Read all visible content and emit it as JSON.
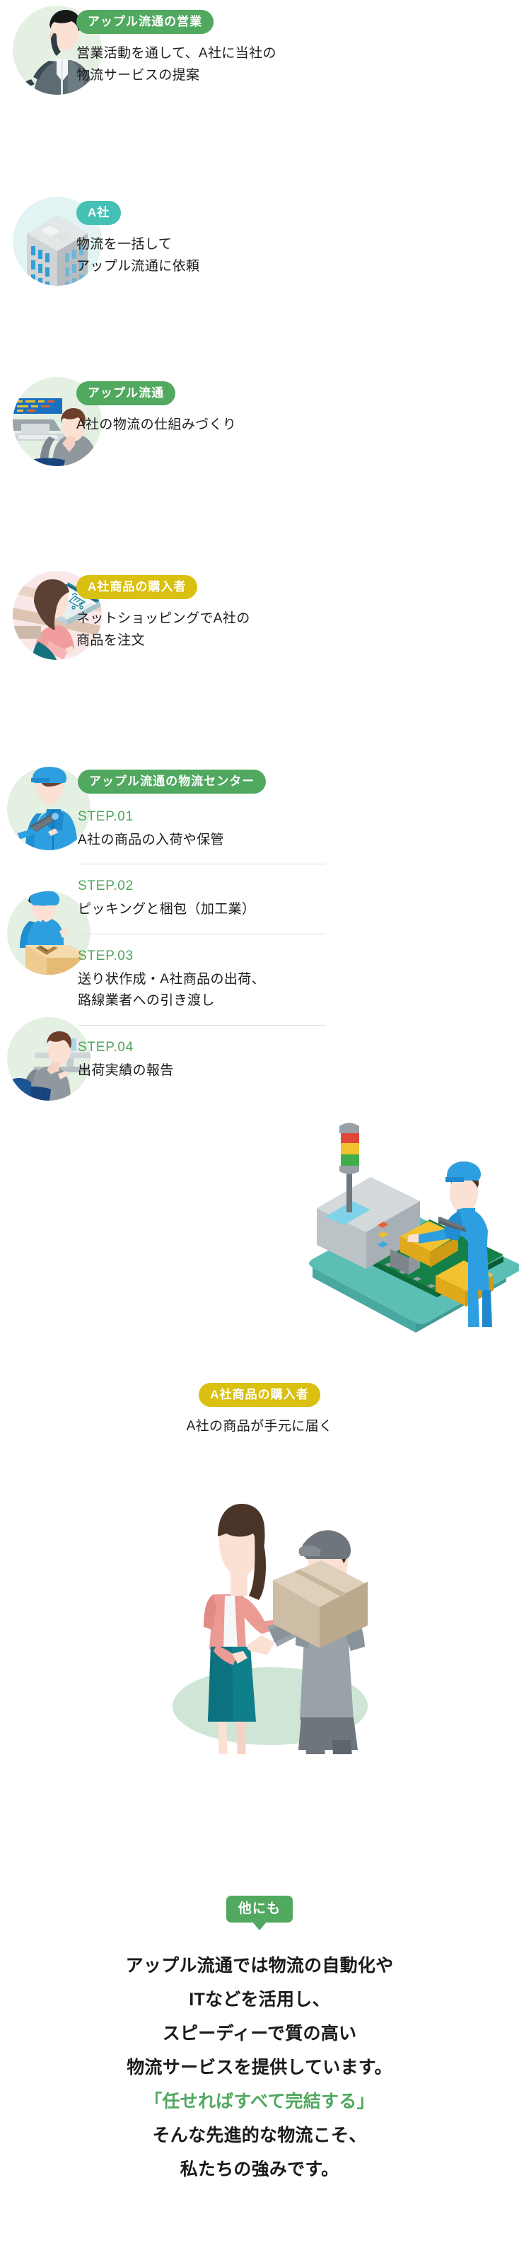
{
  "colors": {
    "green": "#51a85f",
    "teal": "#45c0b4",
    "gold": "#d9c011",
    "step_green": "#4fa45c",
    "circle_green": "#e3f0e2",
    "circle_teal": "#e1f3f2",
    "circle_pink": "#fae8e8",
    "text": "#1c1c1c"
  },
  "sections": [
    {
      "id": "sales",
      "badge": "アップル流通の営業",
      "badge_color": "green",
      "body": "営業活動を通して、A社に当社の\n物流サービスの提案",
      "illustration": "businessman-phone-icon"
    },
    {
      "id": "company-a",
      "badge": "A社",
      "badge_color": "teal",
      "body": "物流を一括して\nアップル流通に依頼",
      "illustration": "office-building-icon"
    },
    {
      "id": "apple-logistics",
      "badge": "アップル流通",
      "badge_color": "green",
      "body": "A社の物流の仕組みづくり",
      "illustration": "desk-worker-icon"
    },
    {
      "id": "buyer-order",
      "badge": "A社商品の購入者",
      "badge_color": "gold",
      "body": "ネットショッピングでA社の\n商品を注文",
      "illustration": "online-shopping-icon"
    }
  ],
  "center": {
    "badge": "アップル流通の物流センター",
    "badge_color": "green",
    "steps": [
      {
        "no": "STEP.01",
        "text": "A社の商品の入荷や保管",
        "illustration": "worker-clipboard-icon"
      },
      {
        "no": "STEP.02",
        "text": "ピッキングと梱包（加工業）",
        "illustration": "worker-packing-icon"
      },
      {
        "no": "STEP.03",
        "text": "送り状作成・A社商品の出荷、\n路線業者への引き渡し",
        "illustration": "worker-desk-icon"
      },
      {
        "no": "STEP.04",
        "text": "出荷実績の報告",
        "illustration": "conveyor-scanner-icon"
      }
    ]
  },
  "delivery": {
    "badge": "A社商品の購入者",
    "badge_color": "gold",
    "body": "A社の商品が手元に届く",
    "illustration": "delivery-handover-icon"
  },
  "closing": {
    "balloon": "他にも",
    "lines": [
      {
        "text": "アップル流通では物流の自動化や",
        "highlight": false
      },
      {
        "text": "ITなどを活用し、",
        "highlight": false
      },
      {
        "text": "スピーディーで質の高い",
        "highlight": false
      },
      {
        "text": "物流サービスを提供しています。",
        "highlight": false
      },
      {
        "text": "「任せればすべて完結する」",
        "highlight": true
      },
      {
        "text": "そんな先進的な物流こそ、",
        "highlight": false
      },
      {
        "text": "私たちの強みです。",
        "highlight": false
      }
    ]
  }
}
